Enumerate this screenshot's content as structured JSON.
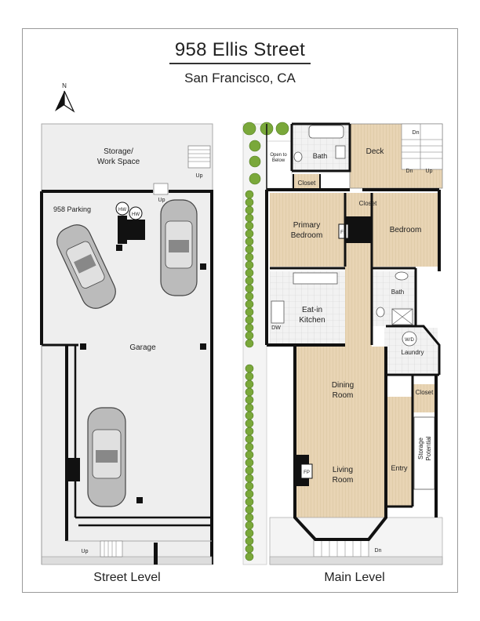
{
  "header": {
    "title": "958 Ellis Street",
    "subtitle": "San Francisco, CA",
    "north_label": "N"
  },
  "street_level": {
    "caption": "Street Level",
    "storage": "Storage/",
    "storage2": "Work Space",
    "parking": "958 Parking",
    "garage": "Garage",
    "hw1": "HW",
    "hw2": "HW",
    "up_storage": "Up",
    "up_door": "Up",
    "up_entry": "Up"
  },
  "main_level": {
    "caption": "Main Level",
    "open_below_1": "Open to",
    "open_below_2": "Below",
    "bath_top": "Bath",
    "deck": "Deck",
    "dn_deck_top": "Dn",
    "dn_deck_bottom": "Dn",
    "up_deck": "Up",
    "closet_1": "Closet",
    "closet_2": "Closet",
    "closet_3": "Closet",
    "primary_1": "Primary",
    "primary_2": "Bedroom",
    "bedroom": "Bedroom",
    "fp_1": "FP",
    "fp_2": "FP",
    "bath_mid": "Bath",
    "eatin_1": "Eat-in",
    "eatin_2": "Kitchen",
    "dw": "DW",
    "wd": "W/D",
    "laundry": "Laundry",
    "dining_1": "Dining",
    "dining_2": "Room",
    "living_1": "Living",
    "living_2": "Room",
    "entry": "Entry",
    "storage_potential": "Storage",
    "storage_potential_2": "Potential",
    "dn_front": "Dn"
  },
  "colors": {
    "wood": "#e8d4b4",
    "floor": "#eeeeee",
    "wall": "#111111",
    "shrub": "#7aa83a"
  }
}
